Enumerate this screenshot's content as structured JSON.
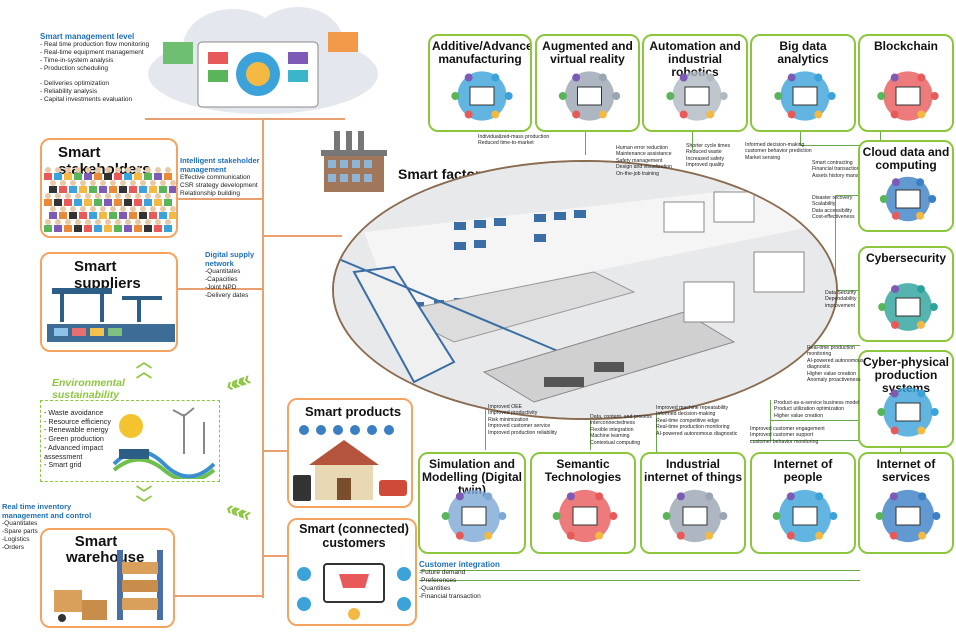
{
  "colors": {
    "green": "#8cc63f",
    "orange": "#f4a460",
    "blue": "#1f6fb8",
    "line": "#e8a070"
  },
  "management": {
    "title": "Smart management level",
    "items": [
      "- Real time production flow monitoring",
      "- Real-time equipment management",
      "- Time-in-system analysis",
      "- Production scheduling",
      "",
      "- Deliveries optimization",
      "- Reliability analysis",
      "- Capital investments evaluation"
    ]
  },
  "stakeholders": {
    "title": "Smart stakeholders",
    "blue": "Intelligent stakeholder management",
    "items": [
      "Effective communication",
      "CSR strategy development",
      "Relationship building"
    ]
  },
  "suppliers": {
    "title": "Smart suppliers",
    "blue": "Digital supply network",
    "items": [
      "-Quantitates",
      "-Capacities",
      "-Joint NPD",
      "-Delivery dates"
    ]
  },
  "environment": {
    "title": "Environmental sustainability",
    "items": [
      "- Waste avoidance",
      "- Resource efficiency",
      "- Renewable energy",
      "- Green production",
      "- Advanced impact assessment",
      "- Smart grid"
    ]
  },
  "warehouse": {
    "blue": "Real time inventory management and control",
    "items": [
      "-Quantitates",
      "-Spare parts",
      "-Logistics",
      "-Orders"
    ],
    "title": "Smart warehouse"
  },
  "products": {
    "title": "Smart products"
  },
  "customers": {
    "title": "Smart (connected) customers",
    "blue": "Customer integration",
    "items": [
      "-Future demand",
      "-Preferences",
      "-Quantities",
      "-Financial transaction"
    ]
  },
  "factory": {
    "title": "Smart factory"
  },
  "tech_top": [
    {
      "title": "Additive/Advanced manufacturing",
      "notes": [
        "Individualized-mass production",
        "Reduced time-to-market"
      ]
    },
    {
      "title": "Augmented and virtual reality",
      "notes": [
        "Human error reduction",
        "Maintenance assistance",
        "Safety management",
        "Design and visualization",
        "On-the-job training"
      ]
    },
    {
      "title": "Automation and industrial robotics",
      "notes": [
        "Shorter cycle times",
        "Reduced waste",
        "Increased safety",
        "Improved quality"
      ]
    },
    {
      "title": "Big data analytics",
      "notes": [
        "Informed decision-making",
        "customer behavior prediction",
        "Market sensing"
      ]
    },
    {
      "title": "Blockchain",
      "notes": [
        "Smart contracting",
        "Financial transaction security",
        "Assets history management"
      ]
    }
  ],
  "tech_right": [
    {
      "title": "Cloud data and computing",
      "notes": [
        "Disaster recovery",
        "Scalability",
        "Data accessibility",
        "Cost-effectiveness"
      ]
    },
    {
      "title": "Cybersecurity",
      "notes": [
        "Data Security",
        "Dependability",
        "improvement"
      ]
    },
    {
      "title": "Cyber-physical production systems",
      "notes": [
        "Real-time production monitoring",
        "AI-powered autonomous diagnostic",
        "Higher value creation",
        "Anomaly proactiveness"
      ]
    }
  ],
  "tech_bottom": [
    {
      "title": "Simulation and Modelling (Digital twin)",
      "notes": [
        "Improved OEE",
        "Improved productivity",
        "Risk minimization",
        "Improved customer service",
        "Improved production reliability"
      ]
    },
    {
      "title": "Semantic Technologies",
      "notes": [
        "Data, content, and process interconnectedness",
        "Flexible integration",
        "Machine learning",
        "Contextual computing"
      ]
    },
    {
      "title": "Industrial internet of things",
      "notes": [
        "Improved machine repeatability",
        "Informed decision-making",
        "Real-time competitive edge",
        "Real-time production monitoring",
        "AI-powered autonomous diagnostic"
      ]
    },
    {
      "title": "Internet of people",
      "notes": [
        "Improved customer engagement",
        "Improved customer support",
        "customer behavior monitoring"
      ]
    },
    {
      "title": "Internet of services",
      "notes": [
        "Product-as-a-service business model",
        "Product utilization optimization",
        "Higher value creation"
      ]
    }
  ]
}
